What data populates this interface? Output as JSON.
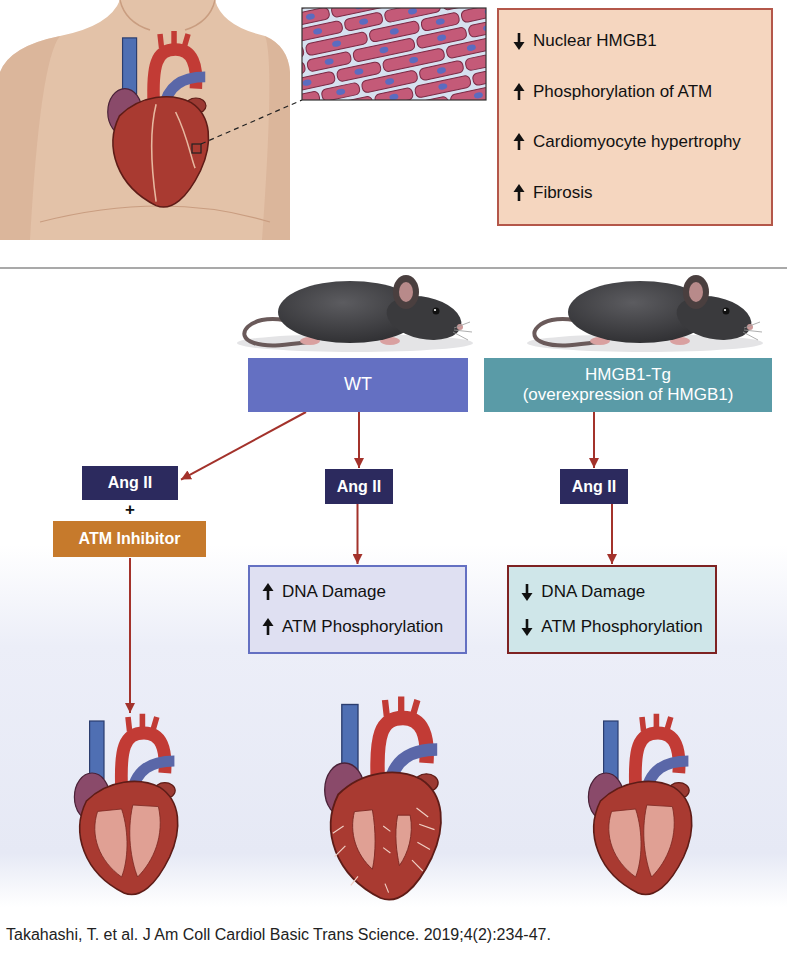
{
  "diagram": {
    "caption": "Takahashi, T. et al. J Am Coll Cardiol Basic Trans Science. 2019;4(2):234-47.",
    "nodes": [
      {
        "text": [
          "Nuclear HMGB1",
          "Phosphorylation of ATM",
          "Cardiomyocyte hypertrophy",
          "Fibrosis"
        ]
      },
      {
        "text": [
          "WT"
        ]
      },
      {
        "text": [
          "HMGB1-Tg",
          "(overexpression of HMGB1)"
        ]
      },
      {
        "text": [
          "Ang II"
        ]
      },
      {
        "text": [
          "ATM Inhibitor"
        ]
      },
      {
        "text": [
          "Ang II"
        ]
      },
      {
        "text": [
          "DNA Damage",
          "ATM Phosphorylation"
        ]
      },
      {
        "text": [
          "Ang II"
        ]
      },
      {
        "text": [
          "DNA Damage",
          "ATM Phosphorylation"
        ]
      }
    ],
    "edges": [
      {
        "from": 1,
        "to": 3,
        "arrow": "to"
      },
      {
        "from": 1,
        "to": 5,
        "arrow": "to"
      },
      {
        "from": 2,
        "to": 7,
        "arrow": "to"
      },
      {
        "from": 5,
        "to": 6,
        "arrow": "to"
      },
      {
        "from": 7,
        "to": 8,
        "arrow": "to"
      }
    ],
    "labels": [
      "+"
    ]
  }
}
